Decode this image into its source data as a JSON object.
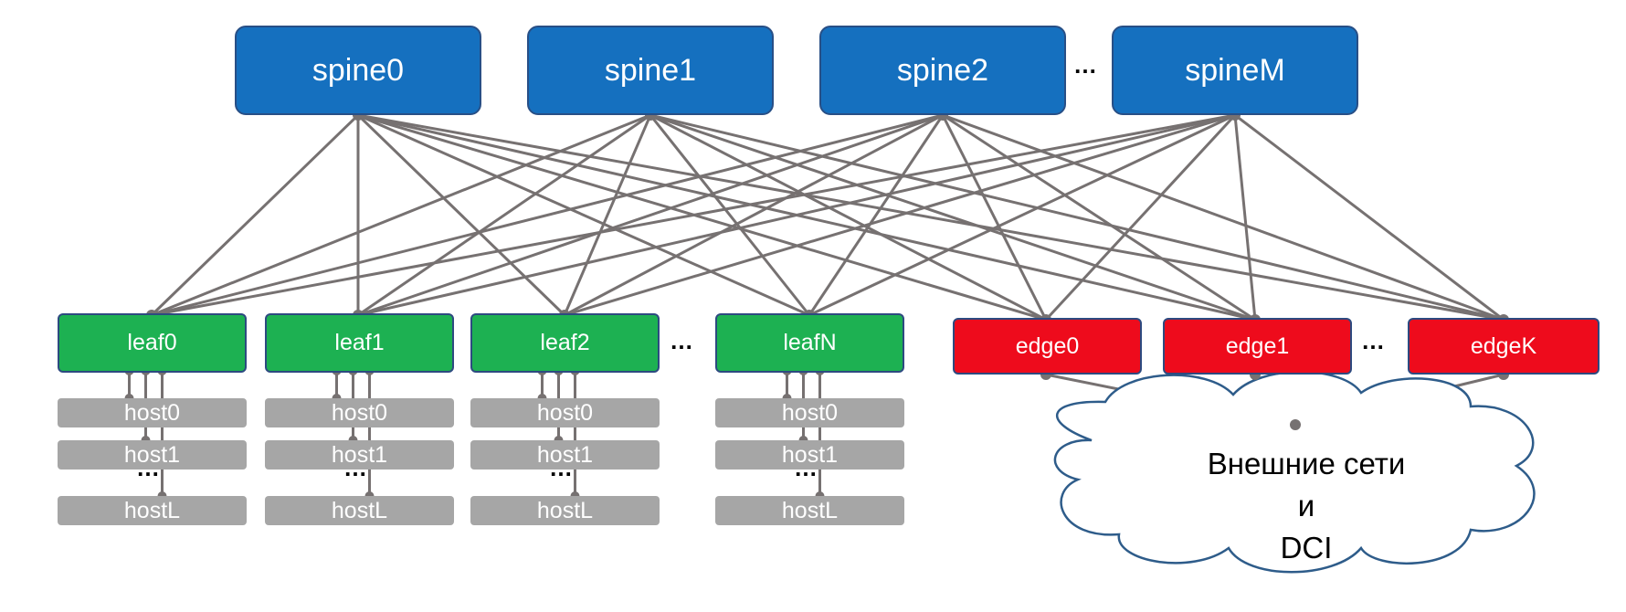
{
  "spines": [
    "spine0",
    "spine1",
    "spine2",
    "spineM"
  ],
  "leaves": [
    "leaf0",
    "leaf1",
    "leaf2",
    "leafN"
  ],
  "edges": [
    "edge0",
    "edge1",
    "edgeK"
  ],
  "hosts": [
    "host0",
    "host1",
    "hostL"
  ],
  "ellipsis": "…",
  "host_ellipsis": "…",
  "cloud": {
    "line1": "Внешние сети",
    "line2": "и",
    "line3": "DCI"
  },
  "colors": {
    "spine": "#1570bf",
    "leaf": "#1db152",
    "edge": "#ee0b1c",
    "host": "#a6a6a6",
    "link": "#767171"
  }
}
